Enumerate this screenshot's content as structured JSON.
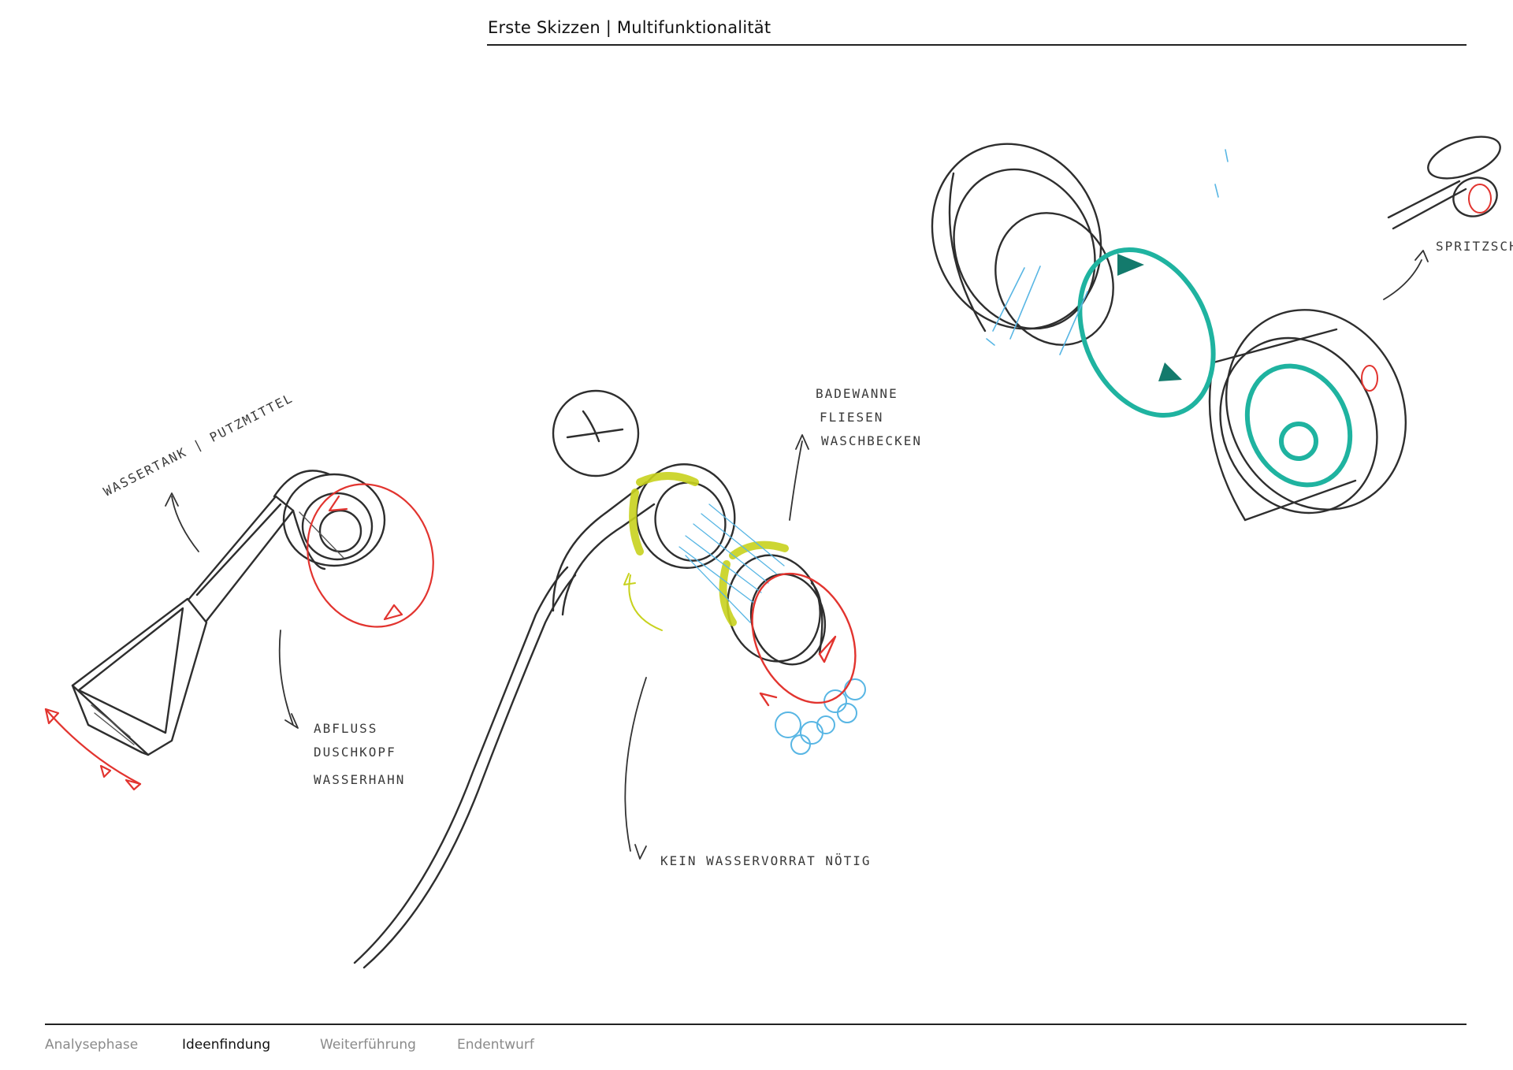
{
  "header": {
    "title": "Erste Skizzen | Multifunktionalität"
  },
  "sketch": {
    "annotations": {
      "tank": "WASSERTANK | PUTZMITTEL",
      "drain_line1": "ABFLUSS",
      "drain_line2": "DUSCHKOPF",
      "drain_line3": "WASSERHAHN",
      "surfaces_line1": "BADEWANNE",
      "surfaces_line2": "FLIESEN",
      "surfaces_line3": "WASCHBECKEN",
      "no_water": "KEIN WASSERVORRAT NÖTIG",
      "nozzle": "SPRITZSCH"
    },
    "colors": {
      "pencil": "#2e2e2e",
      "red": "#e2342f",
      "yellow": "#c8d21e",
      "blue": "#58b6e4",
      "teal": "#1fb3a0"
    }
  },
  "footer": {
    "nav": [
      {
        "label": "Analysephase",
        "active": false
      },
      {
        "label": "Ideenfindung",
        "active": true
      },
      {
        "label": "Weiterführung",
        "active": false
      },
      {
        "label": "Endentwurf",
        "active": false
      }
    ]
  }
}
